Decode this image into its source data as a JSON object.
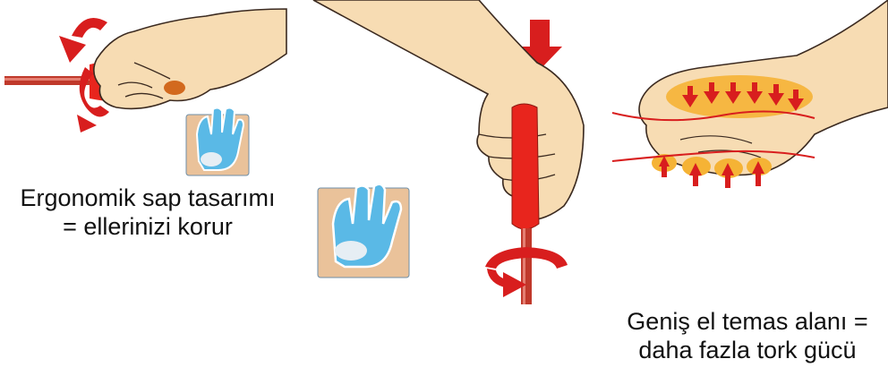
{
  "captions": {
    "left": {
      "line1": "Ergonomik sap tasarımı",
      "line2": "= ellerinizi korur"
    },
    "middle": {
      "line1": "Geniş el temas alanı =",
      "line2": "daha fazla tork gücü"
    }
  },
  "colors": {
    "arrow": "#d81e1e",
    "skin": "#f7dcb3",
    "handle": "#e8251d",
    "glove": "#5ab9e6",
    "highlight": "#f5b335"
  },
  "icons": [
    "rotate-arrow-icon",
    "down-arrow-icon",
    "glove-icon",
    "pressure-arrow-icon"
  ]
}
